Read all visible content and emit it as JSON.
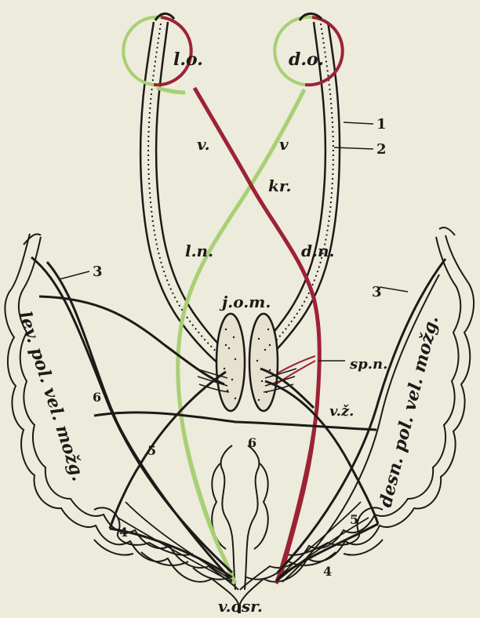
{
  "labels": {
    "left_eye": "l.o.",
    "right_eye": "d.o.",
    "left_v": "v.",
    "right_v": "v",
    "chiasm": "kr.",
    "left_nerve": "l.n.",
    "right_nerve": "d.n.",
    "nuclei": "j.o.m.",
    "spn": "sp.n.",
    "vz": "v.ž.",
    "bottom": "v.osr.",
    "left_hemisphere": "lev. pol. vel. možg.",
    "right_hemisphere": "desn. pol. vel. možg."
  },
  "numbers": {
    "n1": "1",
    "n2": "2",
    "n3_left": "3",
    "n3_right": "3",
    "n4_left": "4",
    "n4_right": "4",
    "n5_left": "5",
    "n5_right": "5",
    "n6_left": "6",
    "n6_center": "6"
  },
  "colors": {
    "background": "#ecebdc",
    "ink": "#1d1a17",
    "green_pathway": "#a9cf74",
    "red_pathway": "#9d2235"
  }
}
